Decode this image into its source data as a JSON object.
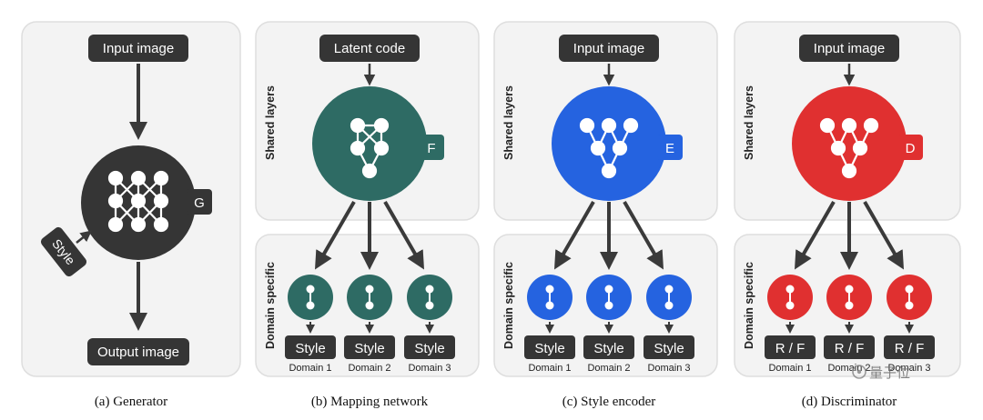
{
  "colors": {
    "generator": "#353535",
    "mapping": "#2e6b64",
    "encoder": "#2563e0",
    "discriminator": "#e03030",
    "panel_fill": "#ffffff",
    "panel_stroke": "#dcdcdc",
    "page_bg": "#f2f2f2"
  },
  "generator": {
    "input_label": "Input image",
    "output_label": "Output image",
    "network_letter": "G",
    "style_label": "Style",
    "caption": "(a) Generator"
  },
  "mapping": {
    "input_label": "Latent code",
    "network_letter": "F",
    "shared_label": "Shared layers",
    "domain_label": "Domain specific",
    "outputs": [
      "Style",
      "Style",
      "Style"
    ],
    "domains": [
      "Domain 1",
      "Domain 2",
      "Domain 3"
    ],
    "caption": "(b) Mapping network"
  },
  "encoder": {
    "input_label": "Input image",
    "network_letter": "E",
    "shared_label": "Shared layers",
    "domain_label": "Domain specific",
    "outputs": [
      "Style",
      "Style",
      "Style"
    ],
    "domains": [
      "Domain 1",
      "Domain 2",
      "Domain 3"
    ],
    "caption": "(c) Style encoder"
  },
  "discriminator": {
    "input_label": "Input image",
    "network_letter": "D",
    "shared_label": "Shared layers",
    "domain_label": "Domain specific",
    "outputs": [
      "R / F",
      "R / F",
      "R / F"
    ],
    "domains": [
      "Domain 1",
      "Domain 2",
      "Domain 3"
    ],
    "caption": "(d) Discriminator"
  },
  "watermark": "量子位"
}
